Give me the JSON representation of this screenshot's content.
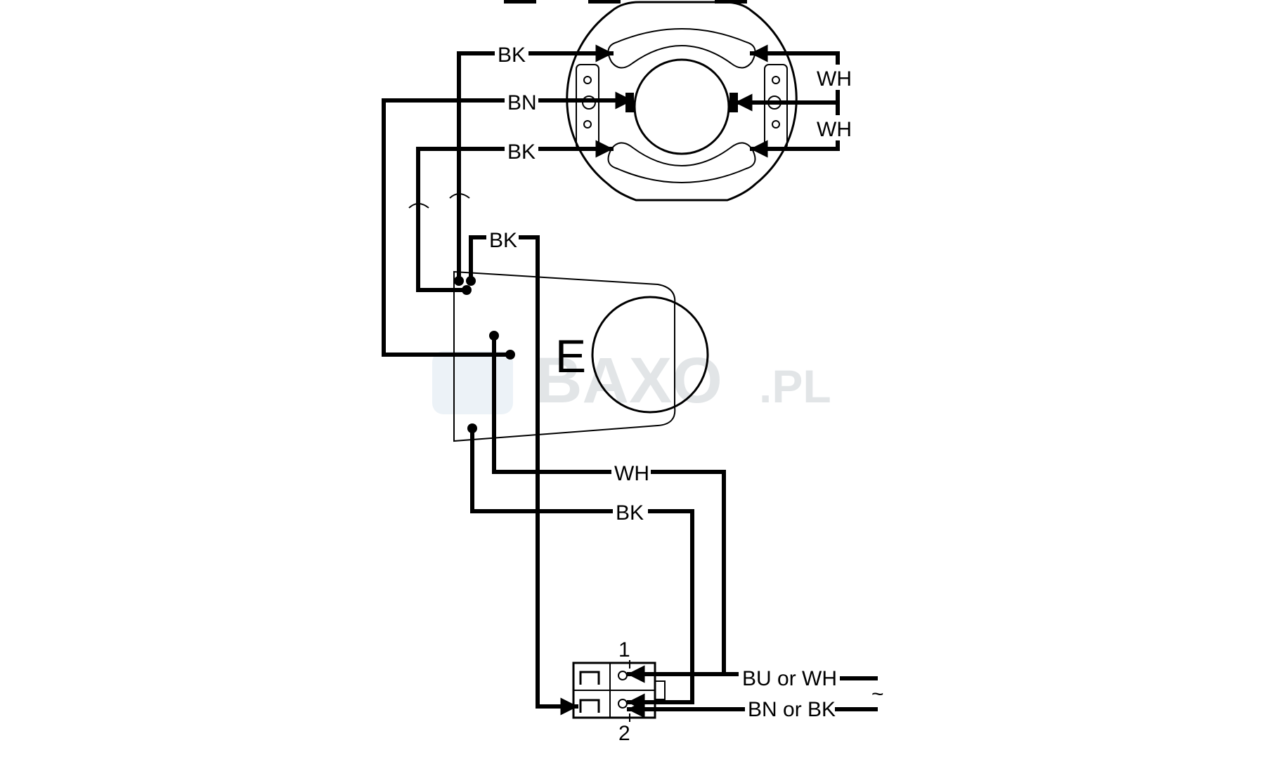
{
  "wire_labels": {
    "bk_top": "BK",
    "bn_top": "BN",
    "bk_mid": "BK",
    "wh_upper": "WH",
    "wh_lower": "WH",
    "bk_cap": "BK",
    "wh_bottom": "WH",
    "bk_bottom": "BK"
  },
  "component_label": "E",
  "terminals": {
    "one": "1",
    "two": "2"
  },
  "supply": {
    "line1": "BU or WH",
    "line2": "BN or BK",
    "ac_symbol": "~"
  },
  "watermark": {
    "brand": "BAXO",
    "suffix": ".PL"
  }
}
